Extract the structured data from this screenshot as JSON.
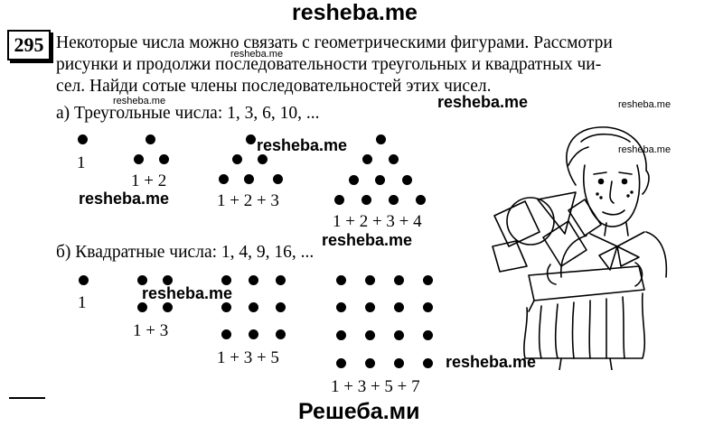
{
  "header": {
    "site": "resheba.me"
  },
  "problem": {
    "number": "295",
    "lines": [
      "Некоторые числа можно связать с геометрическими фигурами. Рассмотри",
      "рисунки и продолжи последовательности треугольных и квадратных чи-",
      "сел. Найди сотые члены последовательностей этих чисел."
    ]
  },
  "triangular": {
    "heading": "а) Треугольные числа: 1, 3, 6, 10, ...",
    "labels": [
      "1",
      "1 + 2",
      "1 + 2 + 3",
      "1 + 2 + 3 + 4"
    ]
  },
  "square": {
    "heading": "б) Квадратные числа: 1, 4, 9, 16, ...",
    "labels": [
      "1",
      "1 + 3",
      "1 + 3 + 5",
      "1 + 3 + 5 + 7"
    ]
  },
  "watermarks": {
    "big": "resheba.me",
    "small": "resheba.me"
  },
  "footer": {
    "site": "Решеба.ми"
  }
}
